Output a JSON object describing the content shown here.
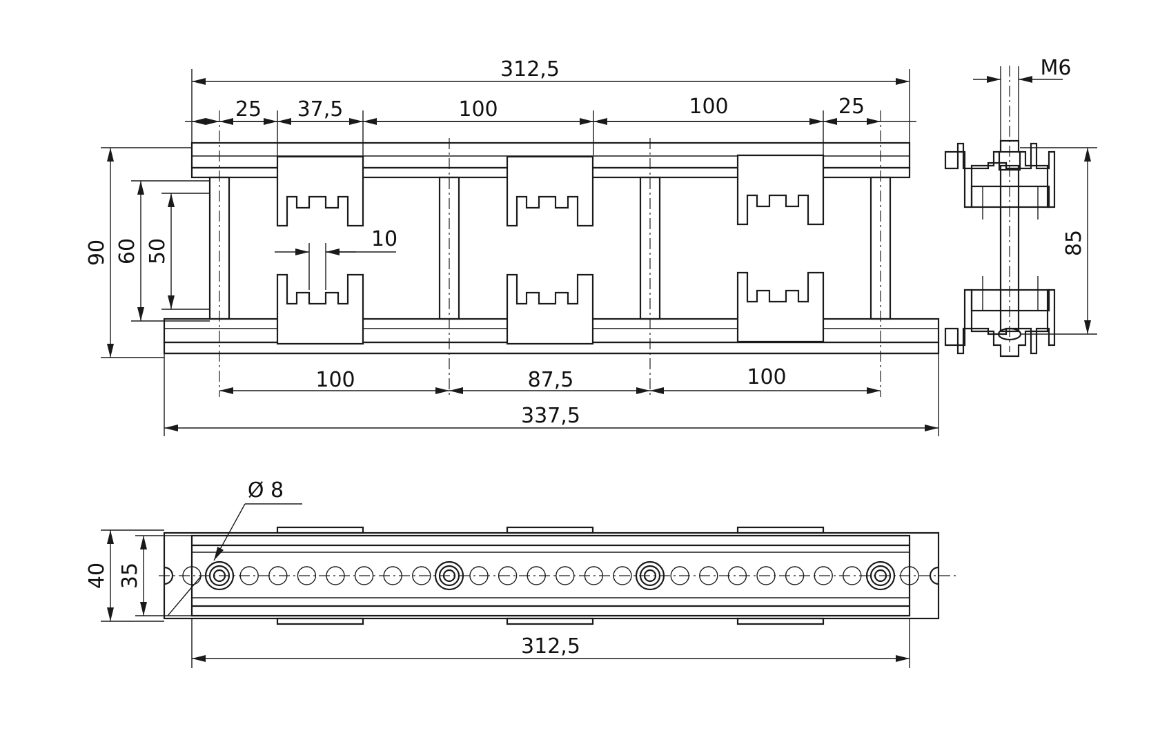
{
  "drawing": {
    "top_view": {
      "overall_length": "312,5",
      "segments_top": [
        "25",
        "37,5",
        "100",
        "100",
        "25"
      ],
      "height_labels": [
        "90",
        "60",
        "50"
      ],
      "slot_width": "10",
      "segments_bottom": [
        "100",
        "87,5",
        "100"
      ],
      "base_length": "337,5"
    },
    "side_view": {
      "thread": "M6",
      "height": "85"
    },
    "bottom_view": {
      "hole_diameter": "Ø 8",
      "height_outer": "40",
      "height_inner": "35",
      "length": "312,5"
    }
  }
}
